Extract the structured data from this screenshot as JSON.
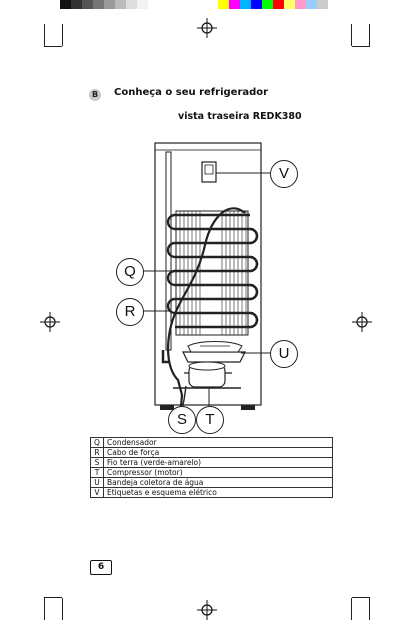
{
  "header": {
    "section_letter": "B",
    "section_title": "Conheça o seu refrigerador",
    "view_title": "vista traseira REDK380"
  },
  "callouts": {
    "q": "Q",
    "r": "R",
    "s": "S",
    "t": "T",
    "u": "U",
    "v": "V"
  },
  "legend": [
    {
      "letter": "Q",
      "description": "Condensador"
    },
    {
      "letter": "R",
      "description": "Cabo de força"
    },
    {
      "letter": "S",
      "description": "Fio terra (verde-amarelo)"
    },
    {
      "letter": "T",
      "description": "Compressor (motor)"
    },
    {
      "letter": "U",
      "description": "Bandeja coletora de água"
    },
    {
      "letter": "V",
      "description": "Etiquetas e esquema elétrico"
    }
  ],
  "page_number": "6",
  "print_marks": {
    "gray_swatches": [
      "#111111",
      "#333333",
      "#555555",
      "#777777",
      "#999999",
      "#bbbbbb",
      "#dddddd",
      "#f2f2f2"
    ],
    "color_swatches": [
      "#ffff00",
      "#ff00ff",
      "#00b4ff",
      "#0000ff",
      "#00ff00",
      "#ff0000",
      "#ffff66",
      "#ff99cc",
      "#99ccff",
      "#cccccc"
    ]
  }
}
